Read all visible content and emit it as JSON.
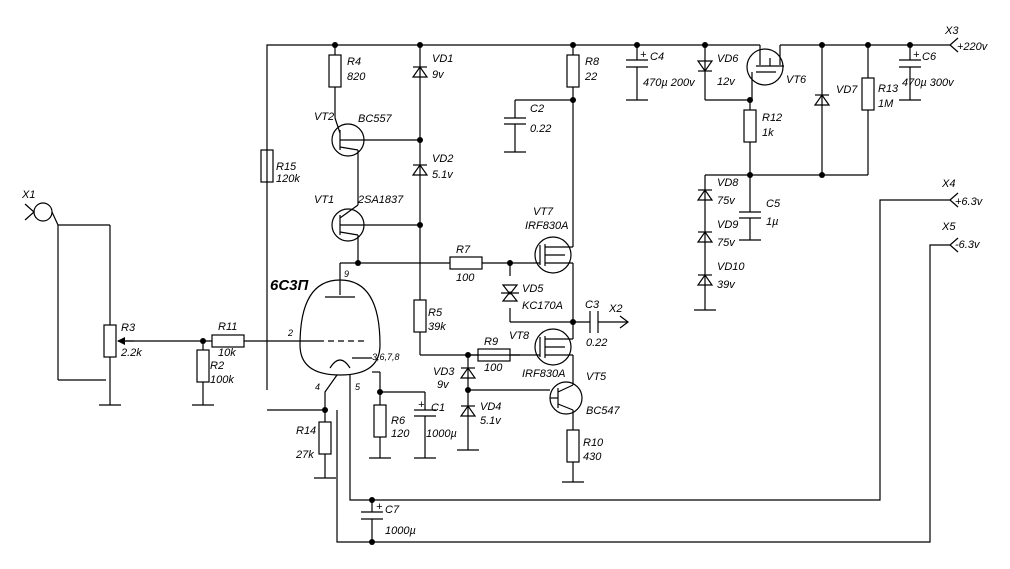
{
  "components": {
    "r4": {
      "ref": "R4",
      "val": "820"
    },
    "r15": {
      "ref": "R15",
      "val": "120k"
    },
    "r8": {
      "ref": "R8",
      "val": "22"
    },
    "r12": {
      "ref": "R12",
      "val": "1k"
    },
    "r13": {
      "ref": "R13",
      "val": "1M"
    },
    "r3": {
      "ref": "R3",
      "val": "2.2k"
    },
    "r11": {
      "ref": "R11",
      "val": "10k"
    },
    "r2": {
      "ref": "R2",
      "val": "100k"
    },
    "r7": {
      "ref": "R7",
      "val": "100"
    },
    "r5": {
      "ref": "R5",
      "val": "39k"
    },
    "r9": {
      "ref": "R9",
      "val": "100"
    },
    "r6": {
      "ref": "R6",
      "val": "120"
    },
    "r14": {
      "ref": "R14",
      "val": "27k"
    },
    "r10": {
      "ref": "R10",
      "val": "430"
    },
    "c1": {
      "ref": "C1",
      "val": "1000µ"
    },
    "c2": {
      "ref": "C2",
      "val": "0.22"
    },
    "c3": {
      "ref": "C3",
      "val": "0.22"
    },
    "c4": {
      "ref": "C4",
      "val": "470µ 200v"
    },
    "c5": {
      "ref": "C5",
      "val": "1µ"
    },
    "c6": {
      "ref": "C6",
      "val": "470µ 300v"
    },
    "c7": {
      "ref": "C7",
      "val": "1000µ"
    },
    "vd1": {
      "ref": "VD1",
      "val": "9v"
    },
    "vd2": {
      "ref": "VD2",
      "val": "5.1v"
    },
    "vd3": {
      "ref": "VD3",
      "val": "9v"
    },
    "vd4": {
      "ref": "VD4",
      "val": "5.1v"
    },
    "vd5": {
      "ref": "VD5",
      "val": "KC170A"
    },
    "vd6": {
      "ref": "VD6",
      "val": "12v"
    },
    "vd7": {
      "ref": "VD7",
      "val": ""
    },
    "vd8": {
      "ref": "VD8",
      "val": "75v"
    },
    "vd9": {
      "ref": "VD9",
      "val": "75v"
    },
    "vd10": {
      "ref": "VD10",
      "val": "39v"
    },
    "vt1": {
      "ref": "VT1",
      "val": "2SA1837"
    },
    "vt2": {
      "ref": "VT2",
      "val": "BC557"
    },
    "vt5": {
      "ref": "VT5",
      "val": "BC547"
    },
    "vt6": {
      "ref": "VT6",
      "val": ""
    },
    "vt7": {
      "ref": "VT7",
      "val": "IRF830A"
    },
    "vt8": {
      "ref": "VT8",
      "val": "IRF830A"
    },
    "tube": {
      "ref": "6C3П"
    }
  },
  "tube_pins": {
    "p9": "9",
    "p2": "2",
    "p4": "4",
    "p5": "5",
    "p3678": "3,6,7,8"
  },
  "connectors": {
    "x1": {
      "ref": "X1"
    },
    "x2": {
      "ref": "X2"
    },
    "x3": {
      "ref": "X3",
      "val": "+220v"
    },
    "x4": {
      "ref": "X4",
      "val": "+6.3v"
    },
    "x5": {
      "ref": "X5",
      "val": "-6.3v"
    }
  }
}
